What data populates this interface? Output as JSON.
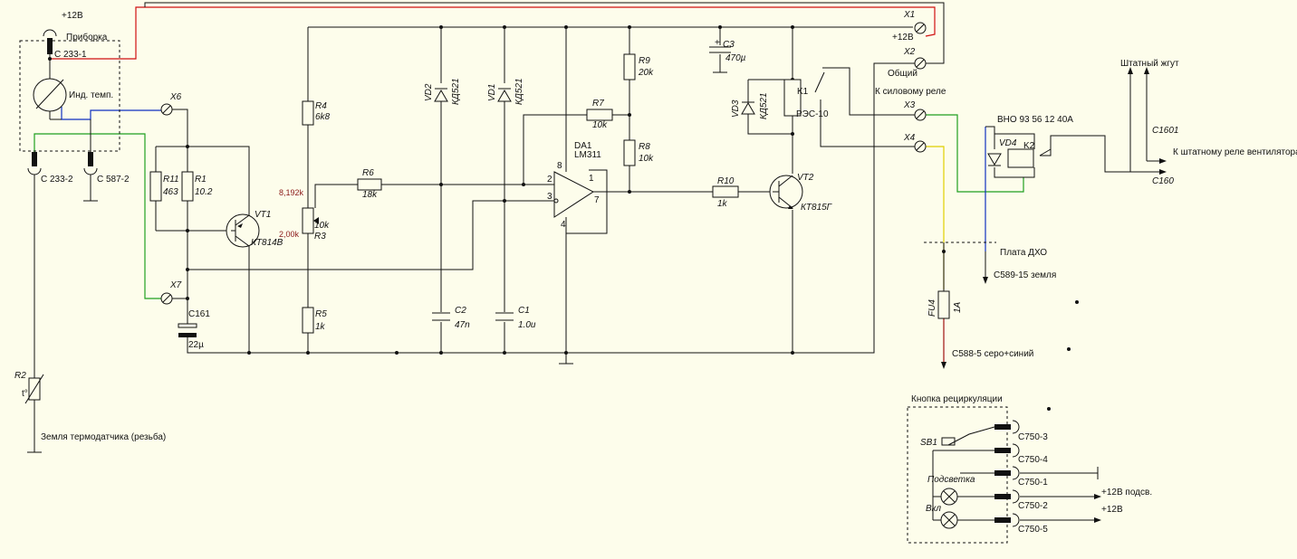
{
  "labels": {
    "plus12v_top": "+12В",
    "pribork": "Приборка",
    "c233_1": "С 233-1",
    "ind_temp": "Инд. темп.",
    "x6": "X6",
    "c233_2": "С 233-2",
    "c587_2": "С 587-2",
    "x7": "X7",
    "r11_name": "R11",
    "r11_val": "463",
    "r1_name": "R1",
    "r1_val": "10.2",
    "vt1_name": "VT1",
    "vt1_type": "КТ814В",
    "c161_name": "C161",
    "c161_val": "22µ",
    "r2_name": "R2",
    "r2_mark": "t°",
    "ground_sensor": "Земля термодатчика (резьба)",
    "r4_name": "R4",
    "r4_val": "6k8",
    "r3_set1": "8,192k",
    "r3_set2": "2,00k",
    "r3_val": "10k",
    "r3_name": "R3",
    "r5_name": "R5",
    "r5_val": "1k",
    "r6_name": "R6",
    "r6_val": "18k",
    "vd2_name": "VD2",
    "vd2_type": "КД521",
    "vd1_name": "VD1",
    "vd1_type": "КД521",
    "c2_name": "C2",
    "c2_val": "47n",
    "c1_name": "C1",
    "c1_val": "1.0u",
    "r7_name": "R7",
    "r7_val": "10k",
    "da1_name": "DA1",
    "da1_type": "LM311",
    "pin8": "8",
    "pin1": "1",
    "pin2": "2",
    "pin3": "3",
    "pin7": "7",
    "pin4": "4",
    "r9_name": "R9",
    "r9_val": "20k",
    "r8_name": "R8",
    "r8_val": "10k",
    "c3_name": "C3",
    "c3_val": "470µ",
    "vd3_name": "VD3",
    "vd3_type": "КД521",
    "k1_name": "K1",
    "k1_type": "РЭС-10",
    "r10_name": "R10",
    "r10_val": "1k",
    "vt2_name": "VT2",
    "vt2_type": "КТ815Г",
    "x1": "X1",
    "x1_sig": "+12В",
    "x2": "X2",
    "x2_sig": "Общий",
    "x3_desc": "К силовому реле",
    "x3": "X3",
    "x4": "X4",
    "harness": "Штатный жгут",
    "vd4_name": "VD4",
    "relay_ref": "ВНО 93 56 12 40А",
    "k2_name": "K2",
    "c1601": "C1601",
    "to_fan": "К штатному реле вентилятора",
    "c160": "C160",
    "board": "Плата ДХО",
    "c589": "С589-15 земля",
    "fu4_name": "FU4",
    "fu4_val": "1A",
    "c588": "С588-5 серо+синий",
    "recirc": "Кнопка рециркуляции",
    "sb1": "SB1",
    "c750_3": "С750-3",
    "c750_4": "С750-4",
    "c750_1": "С750-1",
    "backlight": "Подсветка",
    "c750_2": "С750-2",
    "bl_power": "+12В подсв.",
    "on": "Вкл",
    "plus12v_on": "+12В",
    "c750_5": "С750-5"
  }
}
